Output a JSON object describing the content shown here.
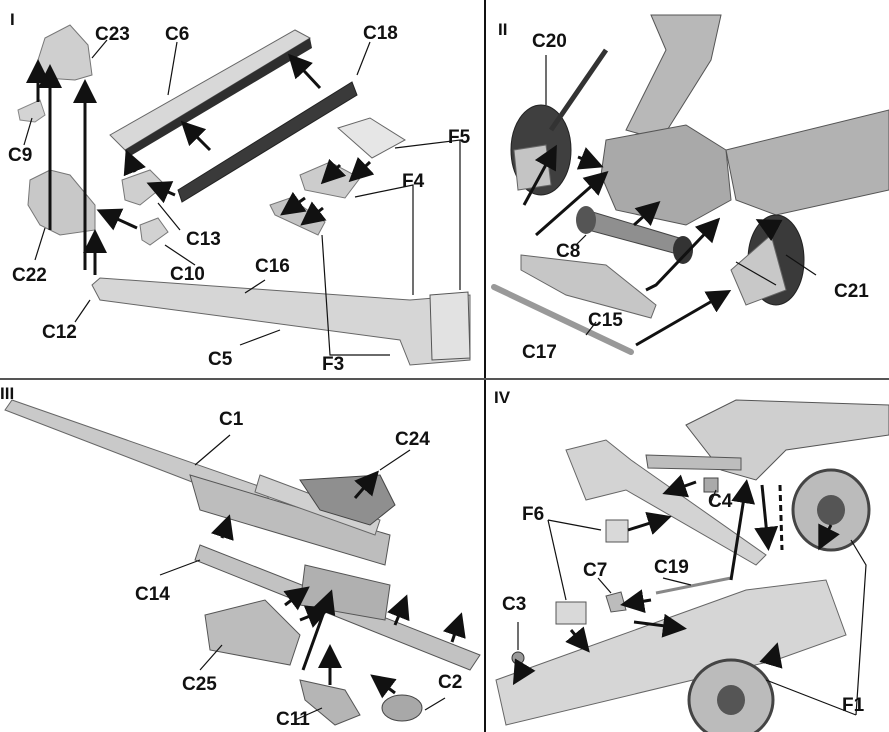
{
  "title": "Assembly instruction diagram – artillery piece, sub-assembly C/F",
  "colors": {
    "part_light": "#d9d9d9",
    "part_mid": "#a8a8a8",
    "part_dark": "#3a3a3a",
    "arrow": "#111111",
    "label": "#111111"
  },
  "steps": [
    {
      "number": "I",
      "labels": [
        "C23",
        "C6",
        "C18",
        "C9",
        "C13",
        "F4",
        "F5",
        "C22",
        "C10",
        "C16",
        "C12",
        "C5",
        "F3"
      ]
    },
    {
      "number": "II",
      "labels": [
        "C20",
        "C8",
        "C21",
        "C15",
        "C17"
      ]
    },
    {
      "number": "III",
      "labels": [
        "C1",
        "C24",
        "C14",
        "C25",
        "C2",
        "C11"
      ]
    },
    {
      "number": "IV",
      "labels": [
        "F6",
        "C4",
        "C7",
        "C19",
        "C3",
        "F1"
      ]
    }
  ]
}
